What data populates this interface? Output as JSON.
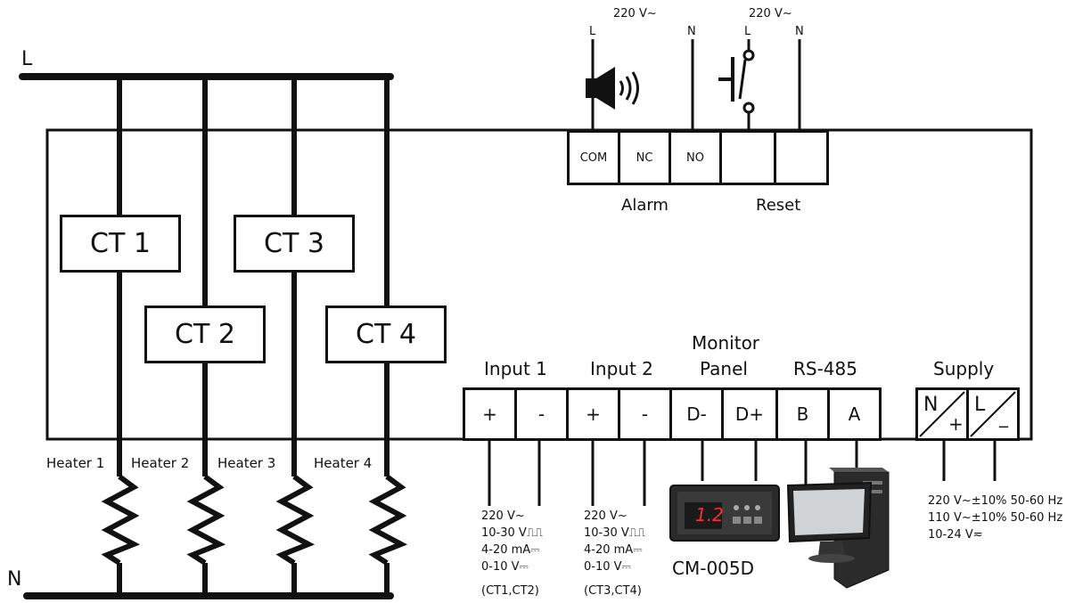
{
  "lines": {
    "L": "L",
    "N": "N"
  },
  "ct": [
    "CT 1",
    "CT 2",
    "CT 3",
    "CT 4"
  ],
  "heaters": [
    "Heater 1",
    "Heater 2",
    "Heater 3",
    "Heater 4"
  ],
  "alarm": {
    "voltage": "220 V~",
    "L": "L",
    "N": "N",
    "terminals": [
      "COM",
      "NC",
      "NO"
    ],
    "label": "Alarm"
  },
  "reset": {
    "voltage": "220 V~",
    "L": "L",
    "N": "N",
    "label": "Reset"
  },
  "groups": {
    "input1": "Input  1",
    "input2": "Input  2",
    "monitor_line1": "Monitor",
    "monitor_line2": "Panel",
    "rs485": "RS-485",
    "supply": "Supply"
  },
  "bottom_terminals": [
    "+",
    "-",
    "+",
    "-",
    "D-",
    "D+",
    "B",
    "A"
  ],
  "supply_terminals": [
    {
      "top": "N",
      "bottom": "+"
    },
    {
      "top": "L",
      "bottom": "_"
    }
  ],
  "input1_specs": [
    "220 V~",
    "10-30 V⎍⎍",
    "4-20 mA⎓",
    "0-10 V⎓",
    "(CT1,CT2)"
  ],
  "input2_specs": [
    "220 V~",
    "10-30 V⎍⎍",
    "4-20 mA⎓",
    "0-10 V⎓",
    "(CT3,CT4)"
  ],
  "panel_model": "CM-005D",
  "panel_display": "1.2",
  "supply_specs": [
    "220 V~±10%  50-60 Hz",
    "110 V~±10%  50-60 Hz",
    "10-24 V≂"
  ]
}
